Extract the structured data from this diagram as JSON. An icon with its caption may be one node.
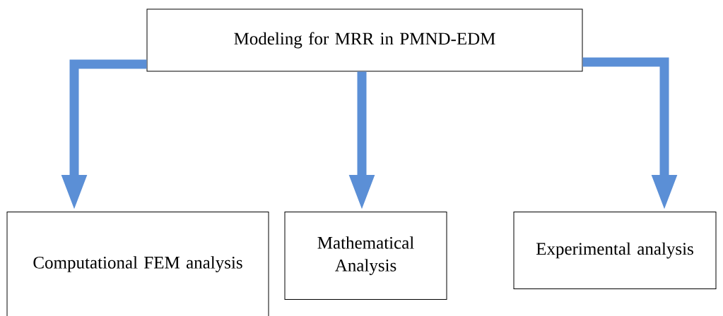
{
  "diagram": {
    "nodes": [
      {
        "text": [
          "Modeling for MRR in PMND-EDM"
        ]
      },
      {
        "text": [
          "Computational FEM analysis"
        ]
      },
      {
        "text": [
          "Mathematical Analysis"
        ]
      },
      {
        "text": [
          "Experimental analysis"
        ]
      }
    ],
    "edges": [
      {
        "from": 0,
        "to": 1,
        "arrow": "to"
      },
      {
        "from": 0,
        "to": 2,
        "arrow": "to"
      },
      {
        "from": 0,
        "to": 3,
        "arrow": "to"
      }
    ]
  }
}
